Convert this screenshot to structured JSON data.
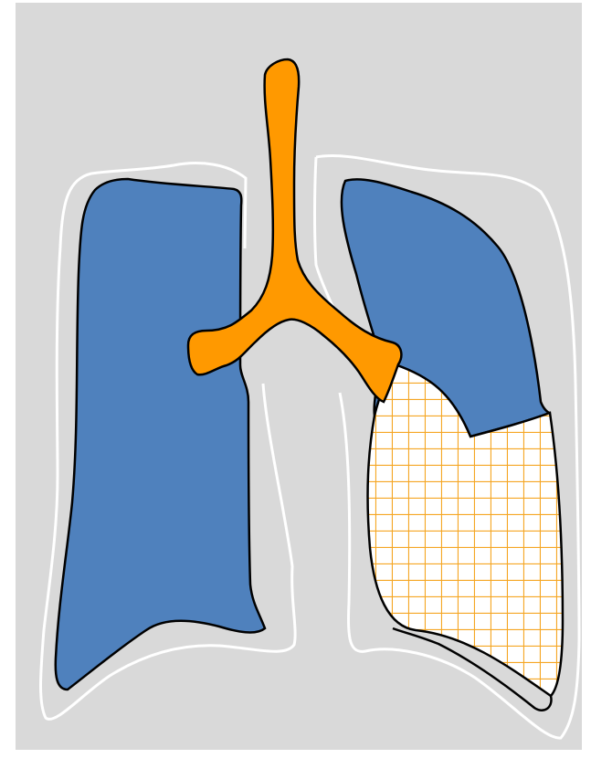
{
  "diagram": {
    "subject": "lungs-with-trachea-and-shaded-lower-lobe",
    "colors": {
      "background": "#d9d9d9",
      "lung": "#4f81bd",
      "airway": "#ff9900",
      "pleura_outline": "#ffffff",
      "shaded_region_fill": "#ffffff",
      "shaded_region_grid": "#f5a623",
      "stroke": "#000000"
    },
    "parts": [
      {
        "id": "right-lung",
        "fill": "lung"
      },
      {
        "id": "left-lung-upper",
        "fill": "lung"
      },
      {
        "id": "left-lung-lower-hatched",
        "fill": "grid"
      },
      {
        "id": "trachea-bronchi",
        "fill": "airway"
      },
      {
        "id": "pleural-outline-right",
        "fill": "none"
      },
      {
        "id": "pleural-outline-left",
        "fill": "none"
      }
    ]
  }
}
